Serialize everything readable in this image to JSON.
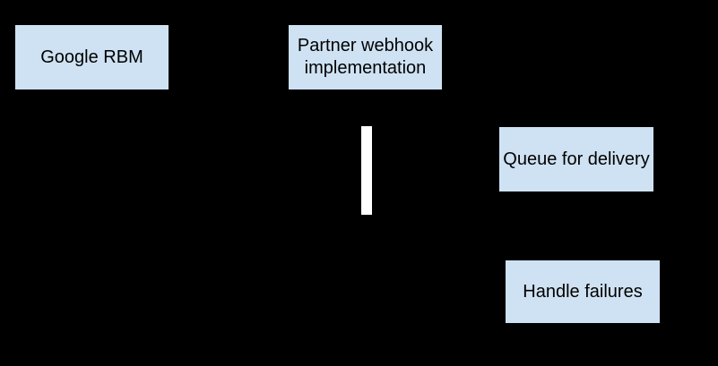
{
  "diagram": {
    "type": "sequence-diagram-fragment",
    "colors": {
      "background": "#000000",
      "node_fill": "#cfe2f3",
      "node_text": "#000000",
      "activation_fill": "#ffffff"
    },
    "nodes": [
      {
        "id": "google-rbm",
        "label": "Google RBM"
      },
      {
        "id": "partner-webhook-implementation",
        "label": "Partner webhook\nimplementation"
      },
      {
        "id": "queue-for-delivery",
        "label": "Queue for delivery"
      },
      {
        "id": "handle-failures",
        "label": "Handle failures"
      }
    ],
    "activation_bar": {
      "id": "activation-bar",
      "label": ""
    }
  }
}
